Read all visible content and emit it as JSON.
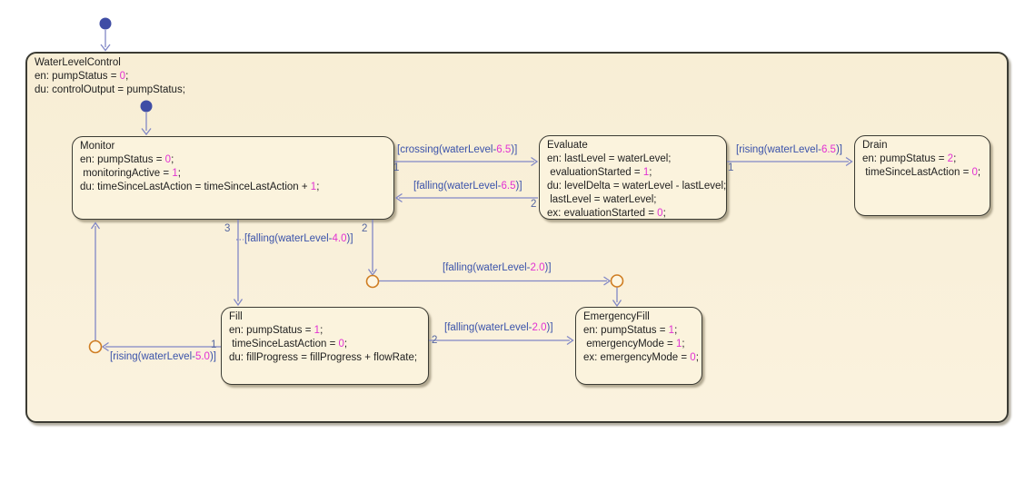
{
  "diagram_title": "WaterLevelControl state chart",
  "colors": {
    "canvas_background": "#ffffff",
    "state_fill": "#faf1da",
    "state_border": "#3b3b33",
    "transition_line": "#8187c6",
    "condition_text": "#3a52aa",
    "number_literal": "#e231d2",
    "action_text": "#1e1e1e",
    "junction_stroke": "#cf7d22",
    "default_dot": "#3f4da5"
  },
  "states": {
    "waterLevelControl": {
      "title": "WaterLevelControl",
      "lines": [
        [
          {
            "t": "WaterLevelControl",
            "c": "k"
          }
        ],
        [
          {
            "t": "en: pumpStatus = ",
            "c": "k"
          },
          {
            "t": "0",
            "c": "m"
          },
          {
            "t": ";",
            "c": "k"
          }
        ],
        [
          {
            "t": "du: controlOutput = pumpStatus;",
            "c": "k"
          }
        ]
      ]
    },
    "monitor": {
      "title": "Monitor",
      "lines": [
        [
          {
            "t": "Monitor",
            "c": "k"
          }
        ],
        [
          {
            "t": "en: pumpStatus = ",
            "c": "k"
          },
          {
            "t": "0",
            "c": "m"
          },
          {
            "t": ";",
            "c": "k"
          }
        ],
        [
          {
            "t": " monitoringActive = ",
            "c": "k"
          },
          {
            "t": "1",
            "c": "m"
          },
          {
            "t": ";",
            "c": "k"
          }
        ],
        [
          {
            "t": "du: timeSinceLastAction = timeSinceLastAction + ",
            "c": "k"
          },
          {
            "t": "1",
            "c": "m"
          },
          {
            "t": ";",
            "c": "k"
          }
        ]
      ]
    },
    "evaluate": {
      "title": "Evaluate",
      "lines": [
        [
          {
            "t": "Evaluate",
            "c": "k"
          }
        ],
        [
          {
            "t": "en: lastLevel = waterLevel;",
            "c": "k"
          }
        ],
        [
          {
            "t": " evaluationStarted = ",
            "c": "k"
          },
          {
            "t": "1",
            "c": "m"
          },
          {
            "t": ";",
            "c": "k"
          }
        ],
        [
          {
            "t": "du: levelDelta = waterLevel - lastLevel;",
            "c": "k"
          }
        ],
        [
          {
            "t": " lastLevel = waterLevel;",
            "c": "k"
          }
        ],
        [
          {
            "t": "ex: evaluationStarted = ",
            "c": "k"
          },
          {
            "t": "0",
            "c": "m"
          },
          {
            "t": ";",
            "c": "k"
          }
        ]
      ]
    },
    "drain": {
      "title": "Drain",
      "lines": [
        [
          {
            "t": "Drain",
            "c": "k"
          }
        ],
        [
          {
            "t": "en: pumpStatus = ",
            "c": "k"
          },
          {
            "t": "2",
            "c": "m"
          },
          {
            "t": ";",
            "c": "k"
          }
        ],
        [
          {
            "t": " timeSinceLastAction = ",
            "c": "k"
          },
          {
            "t": "0",
            "c": "m"
          },
          {
            "t": ";",
            "c": "k"
          }
        ]
      ]
    },
    "fill": {
      "title": "Fill",
      "lines": [
        [
          {
            "t": "Fill",
            "c": "k"
          }
        ],
        [
          {
            "t": "en: pumpStatus = ",
            "c": "k"
          },
          {
            "t": "1",
            "c": "m"
          },
          {
            "t": ";",
            "c": "k"
          }
        ],
        [
          {
            "t": " timeSinceLastAction = ",
            "c": "k"
          },
          {
            "t": "0",
            "c": "m"
          },
          {
            "t": ";",
            "c": "k"
          }
        ],
        [
          {
            "t": "du: fillProgress = fillProgress + flowRate;",
            "c": "k"
          }
        ]
      ]
    },
    "emergencyFill": {
      "title": "EmergencyFill",
      "lines": [
        [
          {
            "t": "EmergencyFill",
            "c": "k"
          }
        ],
        [
          {
            "t": "en: pumpStatus = ",
            "c": "k"
          },
          {
            "t": "1",
            "c": "m"
          },
          {
            "t": ";",
            "c": "k"
          }
        ],
        [
          {
            "t": " emergencyMode = ",
            "c": "k"
          },
          {
            "t": "1",
            "c": "m"
          },
          {
            "t": ";",
            "c": "k"
          }
        ],
        [
          {
            "t": "ex: emergencyMode = ",
            "c": "k"
          },
          {
            "t": "0",
            "c": "m"
          },
          {
            "t": ";",
            "c": "k"
          }
        ]
      ]
    }
  },
  "transitions": {
    "monitorToEvaluate": {
      "order": "1",
      "condition": [
        [
          {
            "t": "[crossing(waterLevel-",
            "c": "b"
          },
          {
            "t": "6.5",
            "c": "m"
          },
          {
            "t": ")]",
            "c": "b"
          }
        ]
      ]
    },
    "evaluateToMonitor": {
      "order": "2",
      "condition": [
        [
          {
            "t": "[falling(waterLevel-",
            "c": "b"
          },
          {
            "t": "6.5",
            "c": "m"
          },
          {
            "t": ")]",
            "c": "b"
          }
        ]
      ]
    },
    "evaluateToDrain": {
      "order": "1",
      "condition": [
        [
          {
            "t": "[rising(waterLevel-",
            "c": "b"
          },
          {
            "t": "6.5",
            "c": "m"
          },
          {
            "t": ")]",
            "c": "b"
          }
        ]
      ]
    },
    "monitorToFill": {
      "order": "3",
      "condition": [
        [
          {
            "t": "[falling(waterLevel-",
            "c": "b"
          },
          {
            "t": "4.0",
            "c": "m"
          },
          {
            "t": ")]",
            "c": "b"
          }
        ]
      ]
    },
    "monitorToJunction": {
      "order": "2"
    },
    "junctionToJunction": {
      "condition": [
        [
          {
            "t": "[falling(waterLevel-",
            "c": "b"
          },
          {
            "t": "2.0",
            "c": "m"
          },
          {
            "t": ")]",
            "c": "b"
          }
        ]
      ]
    },
    "fillToEmergencyFill": {
      "order": "2",
      "condition": [
        [
          {
            "t": "[falling(waterLevel-",
            "c": "b"
          },
          {
            "t": "2.0",
            "c": "m"
          },
          {
            "t": ")]",
            "c": "b"
          }
        ]
      ]
    },
    "fillToJunction": {
      "order": "1",
      "condition": [
        [
          {
            "t": "[rising(waterLevel-",
            "c": "b"
          },
          {
            "t": "5.0",
            "c": "m"
          },
          {
            "t": ")]",
            "c": "b"
          }
        ]
      ]
    }
  }
}
